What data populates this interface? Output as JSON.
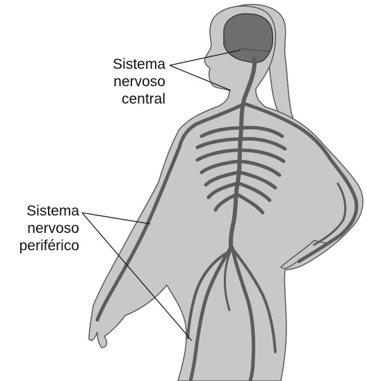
{
  "labels": {
    "central": {
      "line1": "Sistema",
      "line2": "nervoso",
      "line3": "central"
    },
    "peripheral": {
      "line1": "Sistema",
      "line2": "nervoso",
      "line3": "periférico"
    }
  },
  "colors": {
    "body_fill": "#c8c8c8",
    "body_outline": "#5a5a5a",
    "brain_fill": "#6e6e6e",
    "nerve": "#5c5c5c",
    "leader_line": "#1a1a1a",
    "text": "#111111"
  }
}
